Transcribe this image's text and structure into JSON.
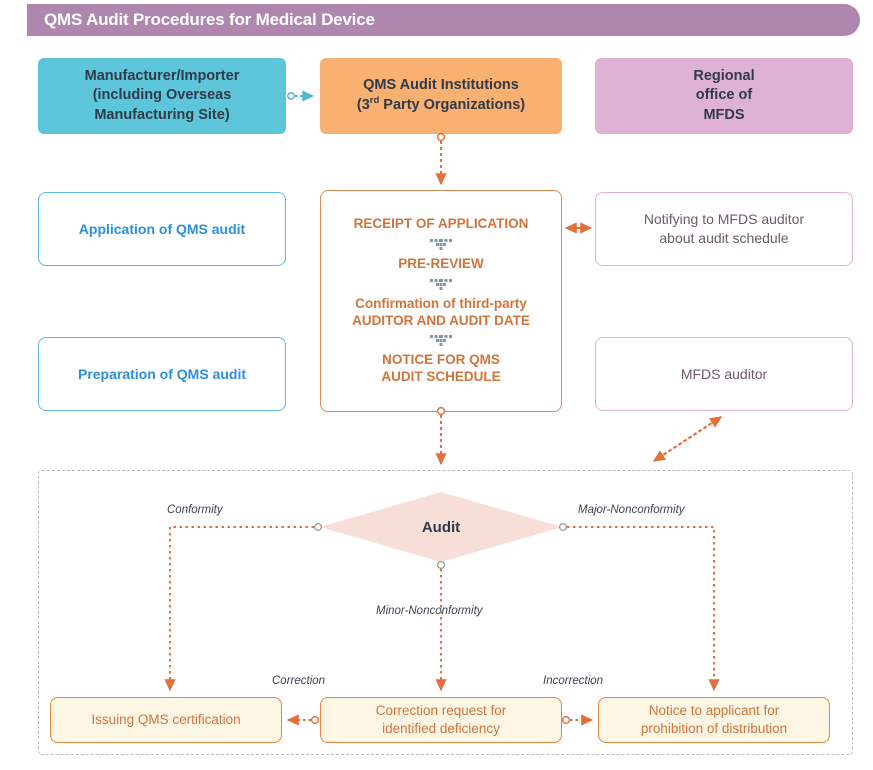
{
  "header": {
    "title": "QMS Audit Procedures for Medical Device",
    "bar_color": "#ae86ae",
    "text_color": "#ffffff"
  },
  "roles": [
    {
      "name": "manufacturer",
      "line1": "Manufacturer/Importer",
      "line2": "(including Overseas",
      "line3": "Manufacturing Site)",
      "color": "#5ec6da"
    },
    {
      "name": "institutions",
      "line1": "QMS Audit Institutions",
      "line2_pre": "(3",
      "line2_sup": "rd",
      "line2_post": " Party Organizations)",
      "color": "#f9b071"
    },
    {
      "name": "mfds",
      "line1": "Regional",
      "line2": "office of",
      "line3": "MFDS",
      "color": "#dfb2d5"
    }
  ],
  "left_column": {
    "application": "Application of QMS audit",
    "preparation": "Preparation of QMS audit",
    "border_color": "#60b5e5",
    "text_color": "#2b90d9"
  },
  "right_column": {
    "notifying_line1": "Notifying to MFDS auditor",
    "notifying_line2": "about audit schedule",
    "mfds_auditor": "MFDS auditor",
    "border_color": "#dfb2d5",
    "text_color": "#6b5a6b"
  },
  "procedure": {
    "border_color": "#e08a52",
    "text_color": "#d2743a",
    "separator_icon": "chevron-down-dotted-icon",
    "steps": [
      "RECEIPT OF APPLICATION",
      "PRE-REVIEW",
      "Confirmation of third-party\nAUDITOR AND AUDIT DATE",
      "NOTICE FOR QMS\nAUDIT SCHEDULE"
    ]
  },
  "audit": {
    "decision_label": "Audit",
    "diamond_color": "#f7ded6",
    "branches": {
      "conformity": "Conformity",
      "major": "Major-Nonconformity",
      "minor": "Minor-Nonconformity",
      "correction": "Correction",
      "incorrection": "Incorrection"
    },
    "results": [
      {
        "name": "certification",
        "text": "Issuing QMS certification"
      },
      {
        "name": "correction",
        "line1": "Correction request for",
        "line2": "identified deficiency"
      },
      {
        "name": "prohibition",
        "line1": "Notice to applicant for",
        "line2": "prohibition of distribution"
      }
    ],
    "result_border": "#e0883f",
    "result_fill": "#fdf6e4",
    "result_text": "#d2743a",
    "panel_border": "#b9b9b9"
  },
  "connector_colors": {
    "orange": "#e2703a",
    "blue": "#5ec6da"
  }
}
